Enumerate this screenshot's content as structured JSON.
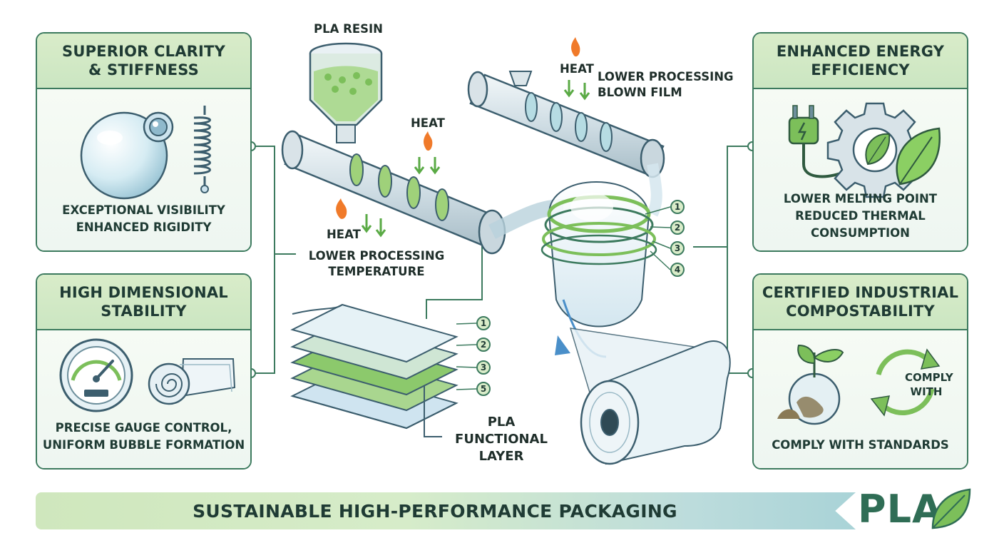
{
  "panels": {
    "clarity": {
      "title": "SUPERIOR CLARITY\n& STIFFNESS",
      "caption": "EXCEPTIONAL VISIBILITY\nENHANCED RIGIDITY"
    },
    "stability": {
      "title": "HIGH DIMENSIONAL\nSTABILITY",
      "caption": "PRECISE GAUGE CONTROL,\nUNIFORM BUBBLE FORMATION"
    },
    "energy": {
      "title": "ENHANCED ENERGY\nEFFICIENCY",
      "caption": "LOWER MELTING POINT\nREDUCED THERMAL\nCONSUMPTION"
    },
    "compost": {
      "title": "CERTIFIED INDUSTRIAL\nCOMPOSTABILITY",
      "caption": "COMPLY WITH STANDARDS",
      "badge": "COMPLY\nWITH"
    }
  },
  "process": {
    "resin_label": "PLA RESIN",
    "heat_label_1": "HEAT",
    "heat_label_2": "HEAT",
    "heat_label_3": "HEAT",
    "temp_label": "LOWER PROCESSING\nTEMPERATURE",
    "blown_label": "LOWER PROCESSING\nBLOWN FILM",
    "layer_label": "PLA\nFUNCTIONAL\nLAYER"
  },
  "callouts": {
    "bubble": [
      "1",
      "2",
      "3",
      "4"
    ],
    "stack": [
      "1",
      "2",
      "3",
      "5"
    ]
  },
  "banner": {
    "text": "SUSTAINABLE HIGH-PERFORMANCE PACKAGING"
  },
  "brand": {
    "text": "PLA",
    "icon": "leaf-icon"
  },
  "colors": {
    "accent_green": "#7cbf5a",
    "dark_green": "#3c7a5e",
    "teal": "#9cc9cc",
    "flame": "#f07a2a"
  }
}
